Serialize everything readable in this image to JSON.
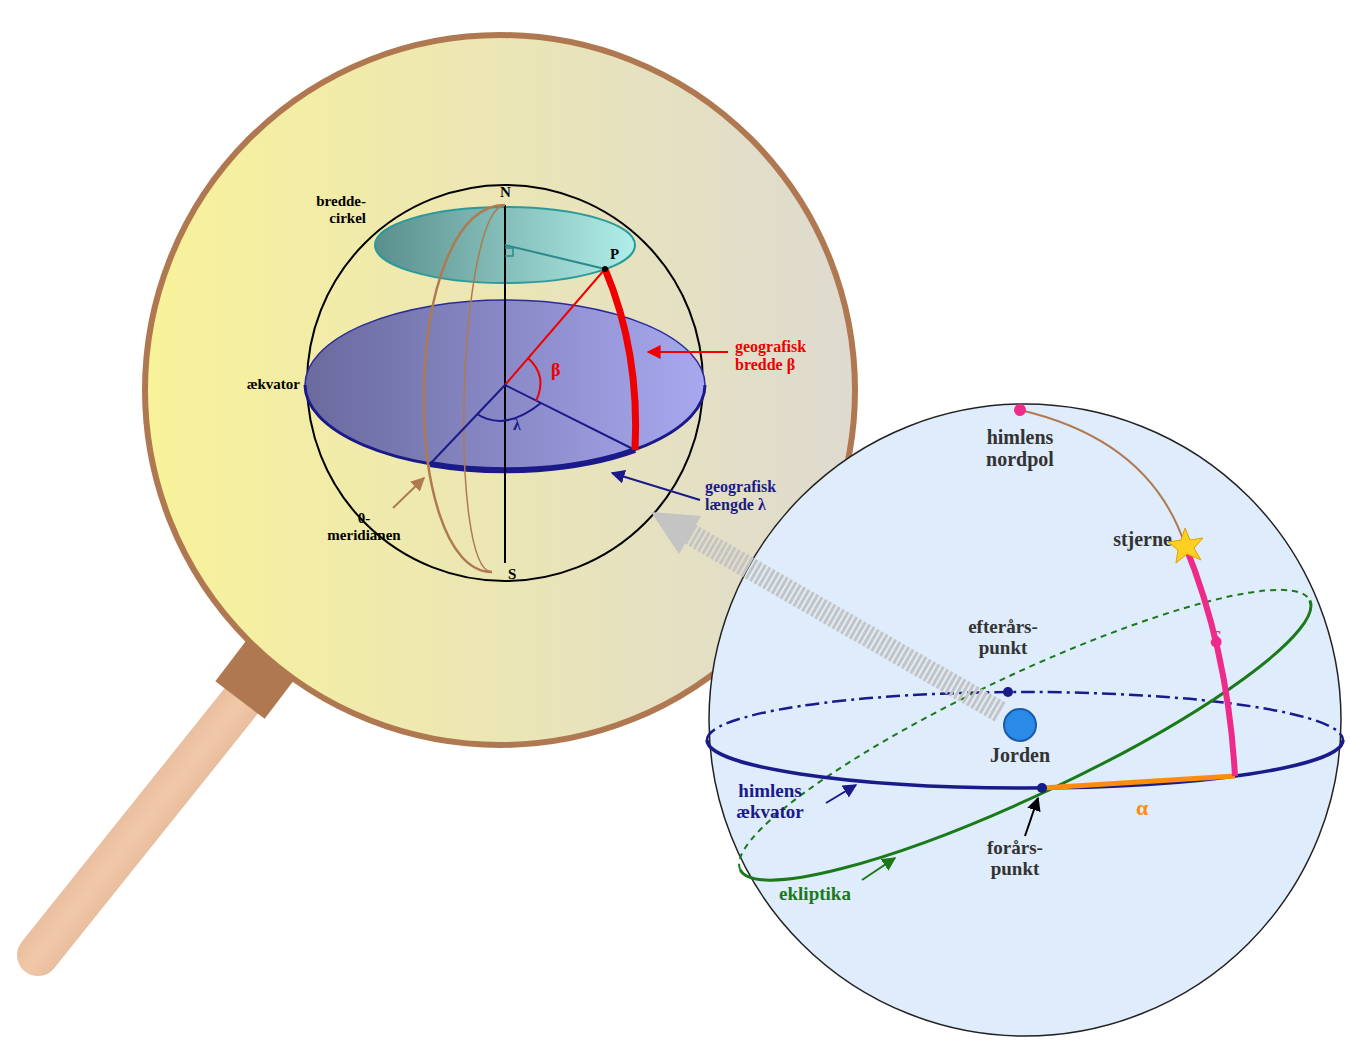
{
  "diagram": {
    "labels": [
      "N",
      "bredde- cirkel",
      "P",
      "β",
      "geografisk bredde β",
      "ækvator",
      "λ",
      "geografisk længde λ",
      "0- meridianen",
      "S",
      "himlens nordpol",
      "stjerne",
      "δ",
      "efterårs- punkt",
      "Jorden",
      "himlens ækvator",
      "α",
      "forårs- punkt",
      "ekliptika"
    ]
  }
}
